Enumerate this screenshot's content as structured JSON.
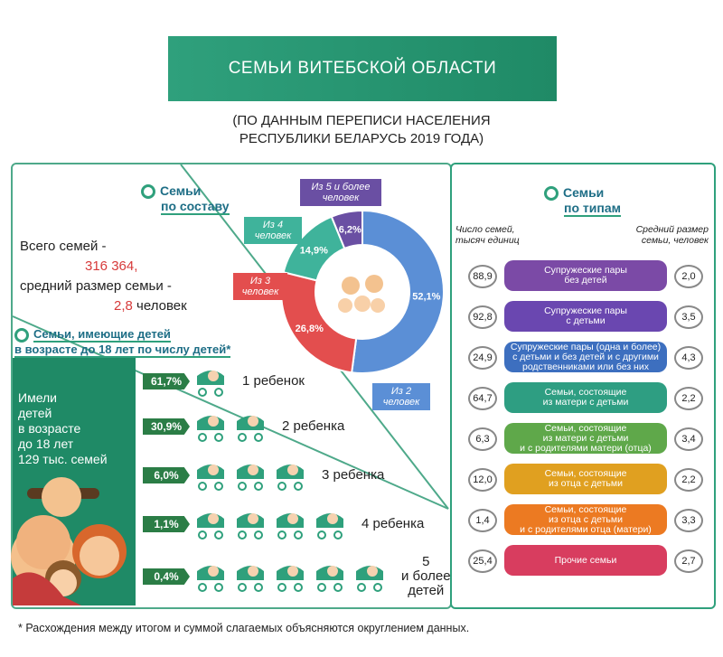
{
  "title": "СЕМЬИ ВИТЕБСКОЙ ОБЛАСТИ",
  "subtitle": [
    "(ПО ДАННЫМ ПЕРЕПИСИ НАСЕЛЕНИЯ",
    "РЕСПУБЛИКИ БЕЛАРУСЬ 2019 ГОДА)"
  ],
  "composition": {
    "heading": [
      "Семьи",
      "по составу"
    ],
    "total_label": "Всего семей -",
    "total_value": "316 364,",
    "avg_label": "средний размер семьи -",
    "avg_value": "2,8",
    "avg_unit": "человек",
    "colors": {
      "s2": "#5b8fd6",
      "s3": "#e34e4e",
      "s4": "#3fb39b",
      "s5": "#6a4fa3"
    },
    "callouts": {
      "s5": "Из 5 и более\nчеловек",
      "s4": "Из 4\nчеловек",
      "s3": "Из 3\nчеловек",
      "s2": "Из 2\nчеловек"
    },
    "labels": {
      "s2": "52,1%",
      "s3": "26,8%",
      "s4": "14,9%",
      "s5": "6,2%"
    }
  },
  "chart_data": {
    "type": "pie",
    "categories": [
      "Из 2 человек",
      "Из 3 человек",
      "Из 4 человек",
      "Из 5 и более человек"
    ],
    "values": [
      52.1,
      26.8,
      14.9,
      6.2
    ]
  },
  "children": {
    "heading": [
      "Семьи, имеющие детей",
      "в возрасте до 18 лет по числу детей*"
    ],
    "note": [
      "Имели",
      "детей",
      "в возрасте",
      "до 18 лет",
      "129 тыс. семей"
    ],
    "rows": [
      {
        "pct": "61,7%",
        "count": 1,
        "label": "1 ребенок"
      },
      {
        "pct": "30,9%",
        "count": 2,
        "label": "2 ребенка"
      },
      {
        "pct": "6,0%",
        "count": 3,
        "label": "3 ребенка"
      },
      {
        "pct": "1,1%",
        "count": 4,
        "label": "4 ребенка"
      },
      {
        "pct": "0,4%",
        "count": 5,
        "label": "5\nи более\nдетей"
      }
    ]
  },
  "types": {
    "heading": [
      "Семьи",
      "по типам"
    ],
    "left_head": "Число семей,\nтысяч единиц",
    "right_head": "Средний размер\nсемьи, человек",
    "rows": [
      {
        "count": "88,9",
        "label": "Супружеские пары\nбез детей",
        "size": "2,0",
        "color": "#7b4aa6"
      },
      {
        "count": "92,8",
        "label": "Супружеские пары\nс детьми",
        "size": "3,5",
        "color": "#6a47b0"
      },
      {
        "count": "24,9",
        "label": "Супружеские пары (одна и более)\nс детьми и без детей и с другими\nродственниками или без них",
        "size": "4,3",
        "color": "#3d6fbf"
      },
      {
        "count": "64,7",
        "label": "Семьи, состоящие\nиз матери с детьми",
        "size": "2,2",
        "color": "#2e9e82"
      },
      {
        "count": "6,3",
        "label": "Семьи, состоящие\nиз матери с детьми\nи с родителями матери (отца)",
        "size": "3,4",
        "color": "#5fa84a"
      },
      {
        "count": "12,0",
        "label": "Семьи, состоящие\nиз отца с детьми",
        "size": "2,2",
        "color": "#e0a020"
      },
      {
        "count": "1,4",
        "label": "Семьи, состоящие\nиз отца с детьми\nи с родителями отца (матери)",
        "size": "3,3",
        "color": "#ec7a22"
      },
      {
        "count": "25,4",
        "label": "Прочие семьи",
        "size": "2,7",
        "color": "#d83d5f"
      }
    ]
  },
  "footnote": "* Расхождения между итогом и суммой слагаемых объясняются округлением данных."
}
